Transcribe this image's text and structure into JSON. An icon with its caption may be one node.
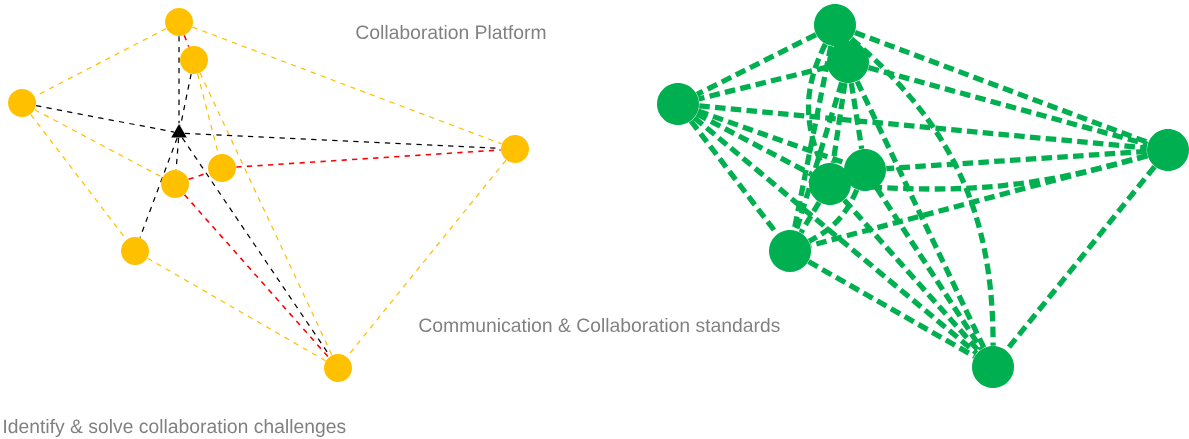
{
  "diagram": {
    "nodes": [
      {
        "text": [],
        "shape": "circle"
      },
      {
        "text": [],
        "shape": "circle"
      },
      {
        "text": [],
        "shape": "circle"
      },
      {
        "text": [],
        "shape": "triangle"
      },
      {
        "text": [],
        "shape": "circle"
      },
      {
        "text": [],
        "shape": "circle"
      },
      {
        "text": [],
        "shape": "circle"
      },
      {
        "text": [],
        "shape": "circle"
      },
      {
        "text": [],
        "shape": "circle"
      },
      {
        "text": [],
        "shape": "circle"
      },
      {
        "text": [],
        "shape": "circle"
      },
      {
        "text": [],
        "shape": "circle"
      },
      {
        "text": [],
        "shape": "circle"
      },
      {
        "text": [],
        "shape": "circle"
      },
      {
        "text": [],
        "shape": "circle"
      },
      {
        "text": [],
        "shape": "circle"
      },
      {
        "text": [],
        "shape": "circle"
      }
    ],
    "edges": [
      {
        "from": 0,
        "to": 2,
        "arrow": "none",
        "style": "dashed",
        "color": "#ffc000"
      },
      {
        "from": 0,
        "to": 7,
        "arrow": "none",
        "style": "dashed",
        "color": "#ffc000"
      },
      {
        "from": 2,
        "to": 5,
        "arrow": "none",
        "style": "dashed",
        "color": "#ffc000"
      },
      {
        "from": 2,
        "to": 6,
        "arrow": "none",
        "style": "dashed",
        "color": "#ffc000"
      },
      {
        "from": 1,
        "to": 4,
        "arrow": "none",
        "style": "dashed",
        "color": "#ffc000"
      },
      {
        "from": 1,
        "to": 8,
        "arrow": "none",
        "style": "dashed",
        "color": "#ffc000"
      },
      {
        "from": 7,
        "to": 8,
        "arrow": "none",
        "style": "dashed",
        "color": "#ffc000"
      },
      {
        "from": 6,
        "to": 8,
        "arrow": "none",
        "style": "dashed",
        "color": "#ffc000"
      },
      {
        "from": 0,
        "to": 1,
        "arrow": "none",
        "style": "dashed",
        "color": "#ff0000"
      },
      {
        "from": 5,
        "to": 4,
        "arrow": "none",
        "style": "dashed",
        "color": "#ff0000"
      },
      {
        "from": 5,
        "to": 8,
        "arrow": "none",
        "style": "dashed",
        "color": "#ff0000"
      },
      {
        "from": 4,
        "to": 7,
        "arrow": "none",
        "style": "dashed",
        "color": "#ff0000"
      },
      {
        "from": 0,
        "to": 3,
        "arrow": "none",
        "style": "dashed",
        "color": "#000000"
      },
      {
        "from": 1,
        "to": 3,
        "arrow": "none",
        "style": "dashed",
        "color": "#000000"
      },
      {
        "from": 2,
        "to": 3,
        "arrow": "none",
        "style": "dashed",
        "color": "#000000"
      },
      {
        "from": 3,
        "to": 7,
        "arrow": "none",
        "style": "dashed",
        "color": "#000000"
      },
      {
        "from": 3,
        "to": 5,
        "arrow": "none",
        "style": "dashed",
        "color": "#000000"
      },
      {
        "from": 3,
        "to": 6,
        "arrow": "none",
        "style": "dashed",
        "color": "#000000"
      },
      {
        "from": 3,
        "to": 8,
        "arrow": "none",
        "style": "dashed",
        "color": "#000000"
      },
      {
        "from": 9,
        "to": 11,
        "arrow": "none",
        "style": "dashed",
        "color": "#00b050"
      },
      {
        "from": 9,
        "to": 12,
        "arrow": "none",
        "style": "dashed",
        "color": "#00b050"
      },
      {
        "from": 9,
        "to": 14,
        "arrow": "none",
        "style": "dashed",
        "color": "#00b050"
      },
      {
        "from": 9,
        "to": 15,
        "arrow": "none",
        "style": "dashed",
        "color": "#00b050"
      },
      {
        "from": 9,
        "to": 16,
        "arrow": "none",
        "style": "dashed",
        "color": "#00b050"
      },
      {
        "from": 10,
        "to": 11,
        "arrow": "none",
        "style": "dashed",
        "color": "#00b050"
      },
      {
        "from": 10,
        "to": 12,
        "arrow": "none",
        "style": "dashed",
        "color": "#00b050"
      },
      {
        "from": 10,
        "to": 13,
        "arrow": "none",
        "style": "dashed",
        "color": "#00b050"
      },
      {
        "from": 10,
        "to": 14,
        "arrow": "none",
        "style": "dashed",
        "color": "#00b050"
      },
      {
        "from": 10,
        "to": 15,
        "arrow": "none",
        "style": "dashed",
        "color": "#00b050"
      },
      {
        "from": 10,
        "to": 16,
        "arrow": "none",
        "style": "dashed",
        "color": "#00b050"
      },
      {
        "from": 11,
        "to": 12,
        "arrow": "none",
        "style": "dashed",
        "color": "#00b050"
      },
      {
        "from": 11,
        "to": 13,
        "arrow": "none",
        "style": "dashed",
        "color": "#00b050"
      },
      {
        "from": 11,
        "to": 14,
        "arrow": "none",
        "style": "dashed",
        "color": "#00b050"
      },
      {
        "from": 11,
        "to": 15,
        "arrow": "none",
        "style": "dashed",
        "color": "#00b050"
      },
      {
        "from": 11,
        "to": 16,
        "arrow": "none",
        "style": "dashed",
        "color": "#00b050"
      },
      {
        "from": 12,
        "to": 13,
        "arrow": "none",
        "style": "dashed",
        "color": "#00b050"
      },
      {
        "from": 12,
        "to": 14,
        "arrow": "none",
        "style": "dashed",
        "color": "#00b050"
      },
      {
        "from": 12,
        "to": 15,
        "arrow": "none",
        "style": "dashed",
        "color": "#00b050"
      },
      {
        "from": 12,
        "to": 16,
        "arrow": "none",
        "style": "dashed",
        "color": "#00b050"
      },
      {
        "from": 13,
        "to": 15,
        "arrow": "none",
        "style": "dashed",
        "color": "#00b050"
      },
      {
        "from": 13,
        "to": 16,
        "arrow": "none",
        "style": "dashed",
        "color": "#00b050"
      },
      {
        "from": 14,
        "to": 15,
        "arrow": "none",
        "style": "dashed",
        "color": "#00b050"
      },
      {
        "from": 14,
        "to": 16,
        "arrow": "none",
        "style": "dashed",
        "color": "#00b050"
      },
      {
        "from": 15,
        "to": 16,
        "arrow": "none",
        "style": "dashed",
        "color": "#00b050"
      }
    ],
    "labels": [
      "Collaboration Platform",
      "Communication & Collaboration standards",
      "Identify & solve collaboration challenges"
    ]
  }
}
